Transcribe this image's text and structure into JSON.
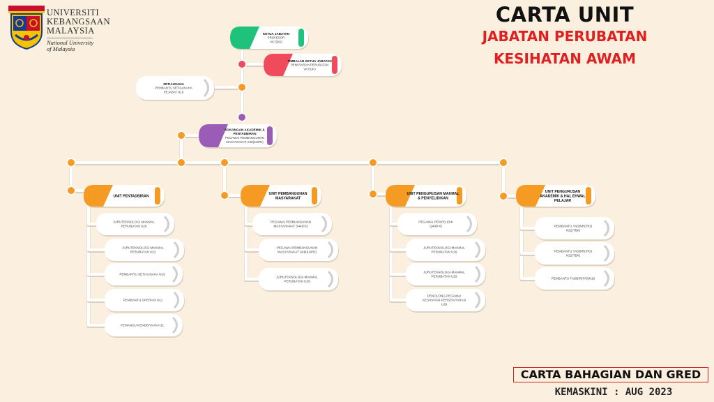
{
  "header": {
    "university_lines": [
      "UNIVERSITI",
      "KEBANGSAAN",
      "MALAYSIA"
    ],
    "university_en": [
      "National University",
      "of Malaysia"
    ],
    "title_main": "CARTA UNIT",
    "title_sub1": "JABATAN PERUBATAN",
    "title_sub2": "KESIHATAN AWAM"
  },
  "footer": {
    "grade_chart": "CARTA BAHAGIAN DAN GRED",
    "updated": "KEMASKINI : AUG 2023"
  },
  "colors": {
    "green": "#1ec27a",
    "red": "#f04a5c",
    "purple": "#9b5cb8",
    "orange": "#f59a22",
    "line": "#ffffff",
    "line_shadow": "#d8cfc2",
    "card": "#ffffff",
    "title_red": "#e02020"
  },
  "top_nodes": [
    {
      "id": "ketua",
      "title": "KETUA JABATAN",
      "lines": [
        "PROFESOR",
        "VK7(DU)"
      ],
      "color": "green"
    },
    {
      "id": "timbalan",
      "title": "TIMBALAN KETUA JABATAN",
      "lines": [
        "PENSYARAH PERUBATAN",
        "VK7(UK)"
      ],
      "color": "red"
    },
    {
      "id": "setiausaha",
      "title": "SETIAUSAHA",
      "lines": [
        "PEMBANTU SETIAUSAHA",
        "PEJABAT N19"
      ],
      "color": "white"
    },
    {
      "id": "sokongan",
      "title": "SOKONGAN AKADEMIK & PENTADBIRAN",
      "lines": [
        "PEGAWAI PEMBANGUNAN",
        "MASYARAKAT S48(KUPD)"
      ],
      "color": "purple"
    }
  ],
  "units": [
    {
      "id": "pentadbiran",
      "title": "UNIT PENTADBIRAN",
      "items": [
        "JURUTEKNOLOGI MAKMAL PERUBATAN U26",
        "JURUTEKNOLOGI MAKMAL PERUBATAN U22",
        "PEMBANTU SETIAUSAHA N19",
        "PEMBANTU OPERASI N11",
        "PEMANDU KENDERAAN H11"
      ]
    },
    {
      "id": "pembangunan",
      "title": "UNIT PEMBANGUNAN MASYARAKAT",
      "items": [
        "PEGAWAI PEMBANGUNAN MASYARAKAT S44(FX)",
        "PEGAWAI PEMBANGUNAN MASYARAKAT S48(KUPD)",
        "JURUTEKNOLOGI MAKMAL PERUBATAN U29"
      ]
    },
    {
      "id": "makmal",
      "title": "UNIT PENGURUSAN MAKMAL & PENYELIDIKAN",
      "items": [
        "PEGAWAI PENYELIDIK Q44(FX)",
        "JURUTEKNOLOGI MAKMAL PERUBATAN U29",
        "JURUTEKNOLOGI MAKMAL PERUBATAN U29",
        "PENOLONG PEGAWAI KESIHATAN PERSEKITARAN U29"
      ]
    },
    {
      "id": "akademik",
      "title": "UNIT PENGURUSAN AKADEMIK & HAL EHWAL PELAJAR",
      "items": [
        "PEMBANTU TADBIR(P/O) N22(TBK)",
        "PEMBANTU TADBIR(P/O) N22(TBK)",
        "PEMBANTU TADBIR(P/O)N19"
      ]
    }
  ]
}
